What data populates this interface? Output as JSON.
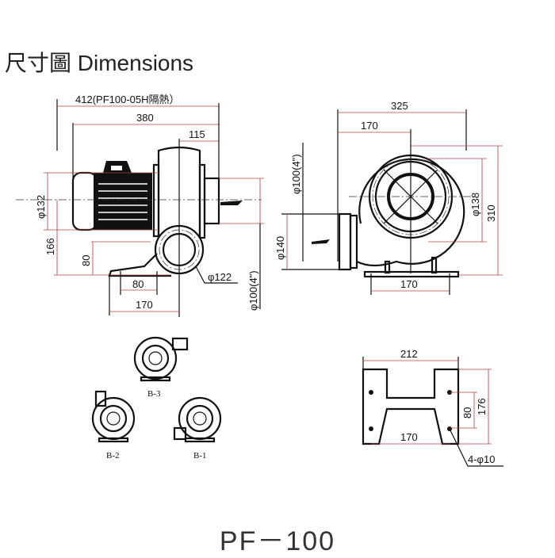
{
  "title": "尺寸圖 Dimensions",
  "model": "PF－100",
  "side_view": {
    "dim_overall": "412(PF100-05H隔熱）",
    "dim_length": "380",
    "dim_outlet_offset": "115",
    "dim_motor_dia": "φ132",
    "dim_center_height": "166",
    "dim_base_height": "80",
    "dim_base_holes": "80",
    "dim_base_width": "170",
    "dim_inlet_dia": "φ122",
    "dim_outlet_dia": "φ100(4\")"
  },
  "front_view": {
    "dim_width": "325",
    "dim_center_offset": "170",
    "dim_outlet_dia": "φ100(4\")",
    "dim_outlet_height": "φ140",
    "dim_inner_dia": "φ138",
    "dim_height": "310",
    "dim_base_width": "170"
  },
  "base_plate": {
    "dim_width": "212",
    "dim_hole_pitch_y": "80",
    "dim_depth": "176",
    "dim_hole_pitch_x": "170",
    "dim_holes": "4-φ10"
  },
  "orientations": [
    "B-3",
    "B-2",
    "B-1"
  ],
  "colors": {
    "line": "#111111",
    "dimension": "#b04040"
  }
}
